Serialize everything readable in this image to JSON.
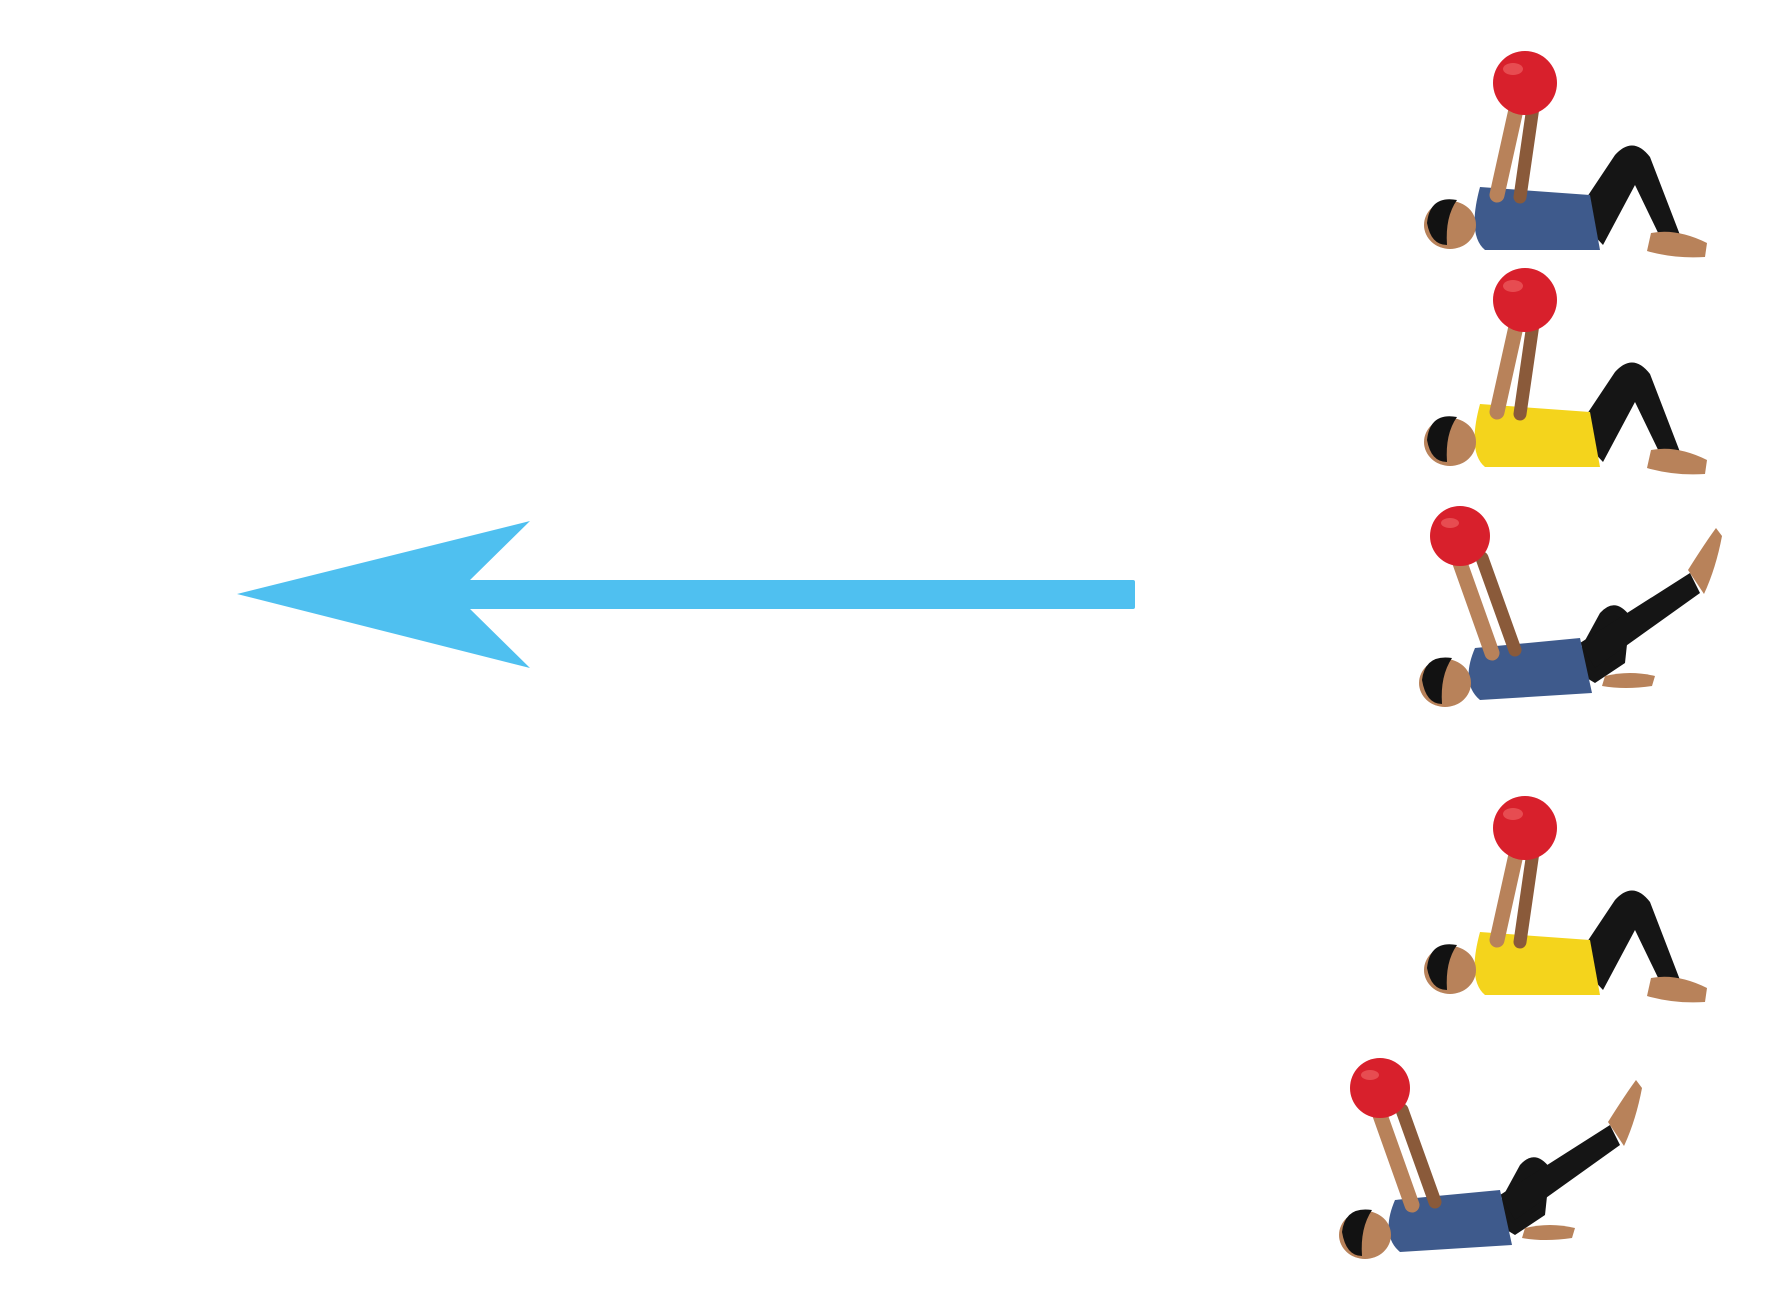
{
  "colors": {
    "background": "#ffffff",
    "arrow": "#4fc0f0",
    "ball": "#d8202c",
    "ball_highlight": "#f26a6a",
    "skin": "#b8825a",
    "skin_dark": "#8a5a3a",
    "hair": "#121212",
    "shirt_blue": "#3e5a8c",
    "shirt_yellow": "#f4d41c",
    "pants": "#151515"
  },
  "arrow": {
    "direction": "left",
    "icon": "left-arrow-icon"
  },
  "figures": [
    {
      "name": "figure-1",
      "shirt": "shirt_blue",
      "pose": "knees-bent"
    },
    {
      "name": "figure-2",
      "shirt": "shirt_yellow",
      "pose": "knees-bent"
    },
    {
      "name": "figure-3",
      "shirt": "shirt_blue",
      "pose": "leg-raised"
    },
    {
      "name": "figure-4",
      "shirt": "shirt_yellow",
      "pose": "knees-bent"
    },
    {
      "name": "figure-5",
      "shirt": "shirt_blue",
      "pose": "leg-raised"
    }
  ]
}
